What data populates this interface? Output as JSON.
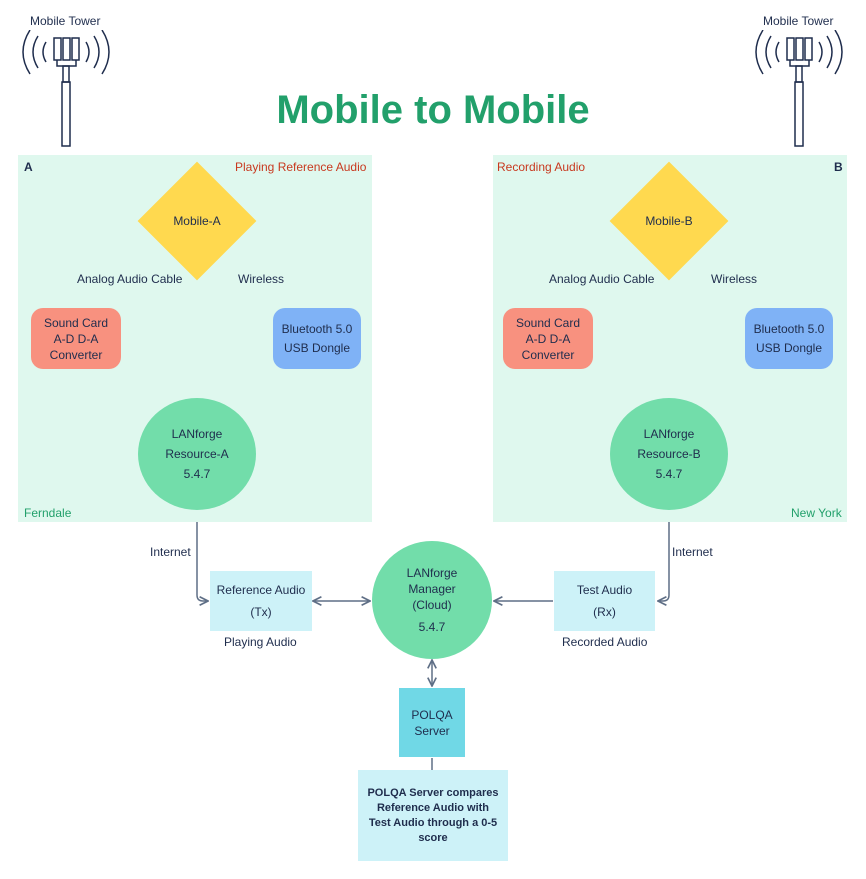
{
  "title": "Mobile to Mobile",
  "towers": {
    "left_label": "Mobile Tower",
    "right_label": "Mobile Tower",
    "icon": "cell-tower-icon"
  },
  "panel_a": {
    "letter": "A",
    "mode": "Playing Reference Audio",
    "location": "Ferndale",
    "mobile": "Mobile-A",
    "cable_label": "Analog Audio Cable",
    "wireless_label": "Wireless",
    "sound_card": [
      "Sound Card",
      "A-D D-A",
      "Converter"
    ],
    "bluetooth": [
      "Bluetooth 5.0",
      "USB Dongle"
    ],
    "resource": [
      "LANforge",
      "Resource-A",
      "5.4.7"
    ]
  },
  "panel_b": {
    "letter": "B",
    "mode": "Recording Audio",
    "location": "New York",
    "mobile": "Mobile-B",
    "cable_label": "Analog Audio Cable",
    "wireless_label": "Wireless",
    "sound_card": [
      "Sound Card",
      "A-D D-A",
      "Converter"
    ],
    "bluetooth": [
      "Bluetooth 5.0",
      "USB Dongle"
    ],
    "resource": [
      "LANforge",
      "Resource-B",
      "5.4.7"
    ]
  },
  "internet_left": "Internet",
  "internet_right": "Internet",
  "reference_audio": {
    "lines": [
      "Reference Audio",
      "(Tx)"
    ],
    "caption": "Playing Audio"
  },
  "test_audio": {
    "lines": [
      "Test Audio",
      "(Rx)"
    ],
    "caption": "Recorded Audio"
  },
  "manager": [
    "LANforge",
    "Manager",
    "(Cloud)",
    "5.4.7"
  ],
  "polqa_server": [
    "POLQA",
    "Server"
  ],
  "polqa_note": [
    "POLQA Server compares",
    "Reference Audio with",
    "Test Audio through a 0-5",
    "score"
  ],
  "colors": {
    "panel": "#dff8ee",
    "title": "#22a06b",
    "sound_card": "#f8917f",
    "bluetooth": "#7fb2f6",
    "circle": "#72ddaa",
    "mobile": "#ffd94f",
    "light_box": "#cdf2f8",
    "polqa": "#70d8e6",
    "mode_text": "#c8391f",
    "location_text": "#22a06b",
    "line": "#5f6f86"
  }
}
